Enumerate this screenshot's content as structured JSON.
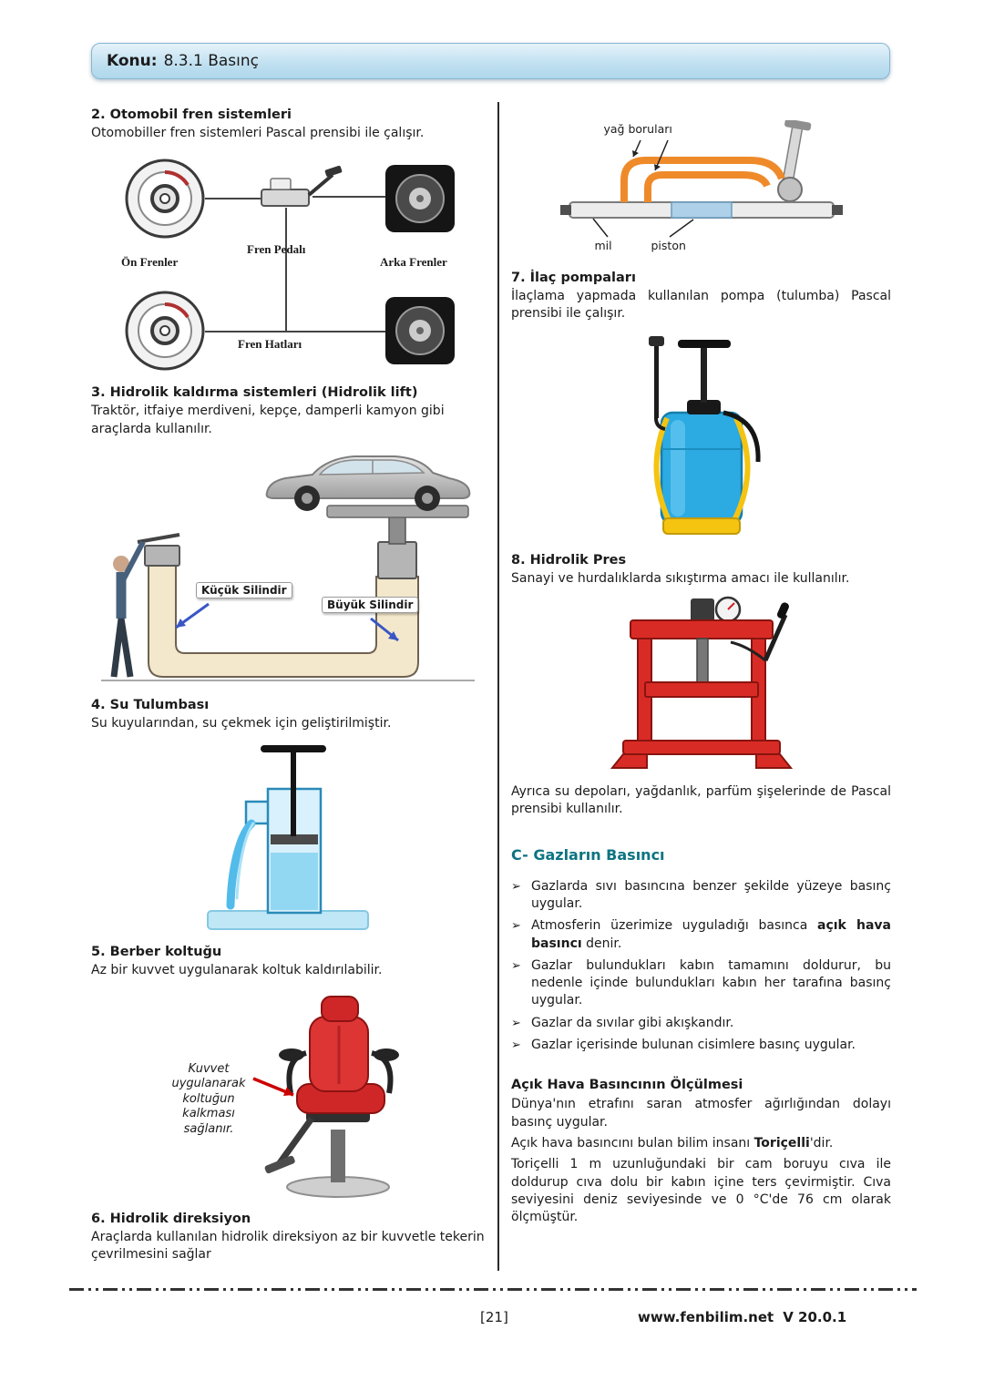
{
  "page": {
    "header": {
      "label": "Konu:",
      "topic": "8.3.1 Basınç"
    },
    "footer": {
      "page_number": "[21]",
      "site": "www.fenbilim.net",
      "version": "V 20.0.1"
    }
  },
  "left": {
    "s2": {
      "heading": "2. Otomobil fren sistemleri",
      "body": "Otomobiller fren sistemleri Pascal prensibi ile çalışır.",
      "labels": {
        "front": "Ön Frenler",
        "pedal": "Fren Pedalı",
        "rear": "Arka Frenler",
        "lines": "Fren Hatları"
      }
    },
    "s3": {
      "heading": "3. Hidrolik kaldırma sistemleri (Hidrolik lift)",
      "body": "Traktör, itfaiye merdiveni, kepçe, damperli kamyon gibi araçlarda kullanılır.",
      "labels": {
        "small": "Küçük Silindir",
        "big": "Büyük Silindir"
      }
    },
    "s4": {
      "heading": "4. Su Tulumbası",
      "body": "Su kuyularından, su çekmek için geliştirilmiştir."
    },
    "s5": {
      "heading": "5. Berber koltuğu",
      "body": "Az bir kuvvet uygulanarak koltuk kaldırılabilir.",
      "labels": {
        "note": "Kuvvet uygulanarak koltuğun kalkması sağlanır."
      }
    },
    "s6": {
      "heading": "6. Hidrolik direksiyon",
      "body": "Araçlarda kullanılan hidrolik direksiyon az bir kuvvetle tekerin çevrilmesini sağlar"
    }
  },
  "right": {
    "steering_labels": {
      "oil_pipes": "yağ boruları",
      "shaft": "mil",
      "piston": "piston"
    },
    "s7": {
      "heading": "7. İlaç pompaları",
      "body": "İlaçlama yapmada kullanılan pompa (tulumba) Pascal prensibi ile çalışır."
    },
    "s8": {
      "heading": "8. Hidrolik Pres",
      "body": "Sanayi ve hurdalıklarda sıkıştırma amacı ile kullanılır."
    },
    "note": "Ayrıca su depoları, yağdanlık, parfüm şişelerinde de Pascal prensibi kullanılır.",
    "gases": {
      "heading": "C- Gazların Basıncı",
      "marker": "➢",
      "bullets": [
        {
          "pre": "Gazlarda sıvı basıncına benzer şekilde yüzeye basınç uygular.",
          "bold": "",
          "post": ""
        },
        {
          "pre": "Atmosferin üzerimize uyguladığı basınca ",
          "bold": "açık hava basıncı",
          "post": " denir."
        },
        {
          "pre": "Gazlar bulundukları kabın tamamını doldurur, bu nedenle içinde bulundukları kabın her tarafına basınç uygular.",
          "bold": "",
          "post": ""
        },
        {
          "pre": "Gazlar da sıvılar gibi akışkandır.",
          "bold": "",
          "post": ""
        },
        {
          "pre": "Gazlar içerisinde bulunan cisimlere basınç uygular.",
          "bold": "",
          "post": ""
        }
      ]
    },
    "openair": {
      "heading": "Açık Hava Basıncının Ölçülmesi",
      "p1": "Dünya'nın etrafını saran atmosfer ağırlığından dolayı basınç uygular.",
      "p2_pre": "Açık hava basıncını bulan bilim insanı ",
      "p2_bold": "Toriçelli",
      "p2_post": "'dir.",
      "p3": "Toriçelli 1 m uzunluğundaki bir cam boruyu cıva ile doldurup cıva dolu bir kabın içine ters çevirmiştir. Cıva seviyesini deniz seviyesinde ve 0 °C'de 76 cm olarak ölçmüştür."
    }
  }
}
